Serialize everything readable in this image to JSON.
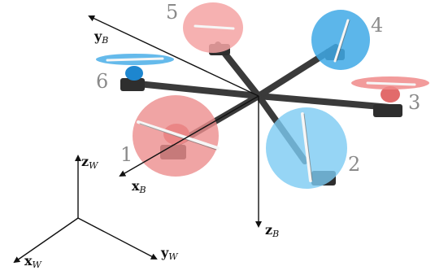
{
  "colors": {
    "red_disc": "#f08a8a",
    "red_hub": "#e26b6b",
    "blue_disc": "#3fa9e6",
    "blue_hub": "#1d86cf",
    "arm": "#3a3a3a",
    "axis": "#111111",
    "rotor_label": "#8a8a8a"
  },
  "rotors": [
    {
      "id": "1",
      "label": "1",
      "color": "red"
    },
    {
      "id": "2",
      "label": "2",
      "color": "blue"
    },
    {
      "id": "3",
      "label": "3",
      "color": "red"
    },
    {
      "id": "4",
      "label": "4",
      "color": "blue"
    },
    {
      "id": "5",
      "label": "5",
      "color": "red"
    },
    {
      "id": "6",
      "label": "6",
      "color": "blue"
    }
  ],
  "body_axes": {
    "x": {
      "letter": "x",
      "sub": "B"
    },
    "y": {
      "letter": "y",
      "sub": "B"
    },
    "z": {
      "letter": "z",
      "sub": "B"
    }
  },
  "world_axes": {
    "x": {
      "letter": "x",
      "sub": "W"
    },
    "y": {
      "letter": "y",
      "sub": "W"
    },
    "z": {
      "letter": "z",
      "sub": "W"
    }
  }
}
